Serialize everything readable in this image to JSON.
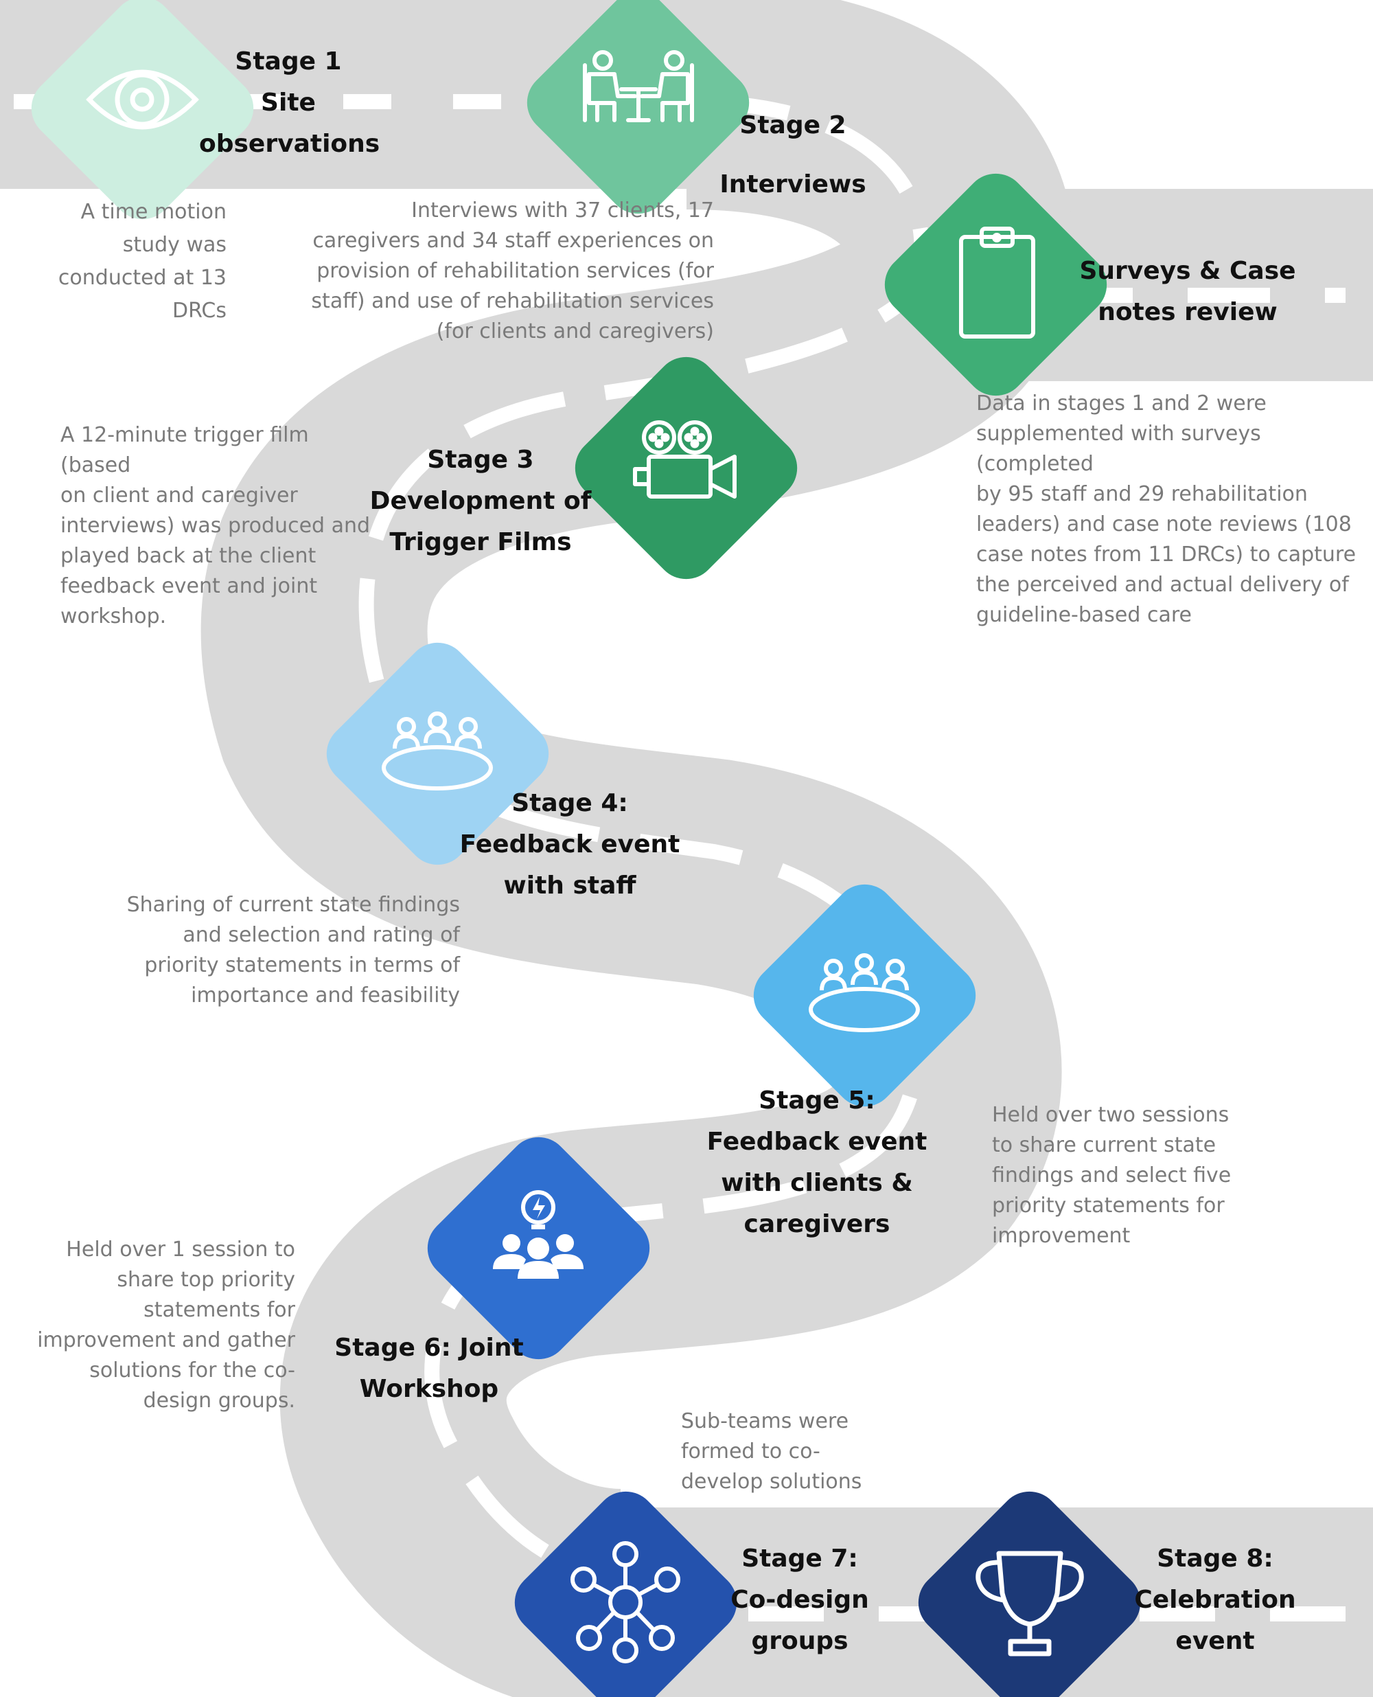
{
  "colors": {
    "road": "#d9d9d9",
    "road_marking": "#ffffff",
    "stage1": "#cdeee0",
    "stage2": "#6fc59d",
    "stage_surveys": "#3fae76",
    "stage3": "#2f9a63",
    "stage4": "#9ed3f3",
    "stage5": "#56b6ec",
    "stage6": "#2f6fd0",
    "stage7": "#2452ad",
    "stage8": "#1c3977"
  },
  "stages": {
    "s1": {
      "icon": "eye-icon",
      "title": [
        "Stage 1",
        "Site",
        "observations"
      ],
      "desc": [
        "A time motion",
        "study was",
        "conducted at 13",
        "DRCs"
      ]
    },
    "s2": {
      "icon": "interview-icon",
      "title": [
        "Stage 2",
        "Interviews"
      ],
      "desc": [
        "Interviews with 37 clients, 17",
        "caregivers and 34 staff experiences on",
        "provision of rehabilitation services (for",
        "staff) and use of rehabilitation services",
        "(for clients and caregivers)"
      ]
    },
    "surveys": {
      "icon": "clipboard-icon",
      "title": [
        "Surveys & Case",
        "notes review"
      ],
      "desc": [
        "Data in stages 1 and 2 were",
        "supplemented with surveys (completed",
        "by 95 staff and 29 rehabilitation",
        "leaders) and case note reviews (108",
        "case notes from 11 DRCs) to capture",
        "the perceived and actual delivery of",
        "guideline-based care"
      ]
    },
    "s3": {
      "icon": "video-camera-icon",
      "title": [
        "Stage 3",
        "Development of",
        "Trigger Films"
      ],
      "desc": [
        "A 12-minute trigger film (based",
        "on client and caregiver",
        "interviews) was produced and",
        "played back at the client",
        "feedback event and joint",
        "workshop."
      ]
    },
    "s4": {
      "icon": "meeting-table-icon",
      "title": [
        "Stage 4:",
        "Feedback event",
        "with staff"
      ],
      "desc": [
        "Sharing of current state findings",
        "and selection and rating of",
        "priority statements in terms of",
        "importance and feasibility"
      ]
    },
    "s5": {
      "icon": "meeting-table-icon",
      "title": [
        "Stage 5:",
        "Feedback event",
        "with clients &",
        "caregivers"
      ],
      "desc": [
        "Held over two sessions",
        "to share current state",
        "findings and select five",
        "priority statements for",
        "improvement"
      ]
    },
    "s6": {
      "icon": "team-idea-icon",
      "title": [
        "Stage 6: Joint",
        "Workshop"
      ],
      "desc": [
        "Held over 1 session to",
        "share top priority",
        "statements for",
        "improvement and gather",
        "solutions for the co-",
        "design groups."
      ]
    },
    "s7": {
      "icon": "network-icon",
      "title": [
        "Stage 7:",
        "Co-design",
        "groups"
      ],
      "desc": [
        "Sub-teams were",
        "formed to co-",
        "develop solutions"
      ]
    },
    "s8": {
      "icon": "trophy-icon",
      "title": [
        "Stage 8:",
        "Celebration",
        "event"
      ]
    }
  }
}
